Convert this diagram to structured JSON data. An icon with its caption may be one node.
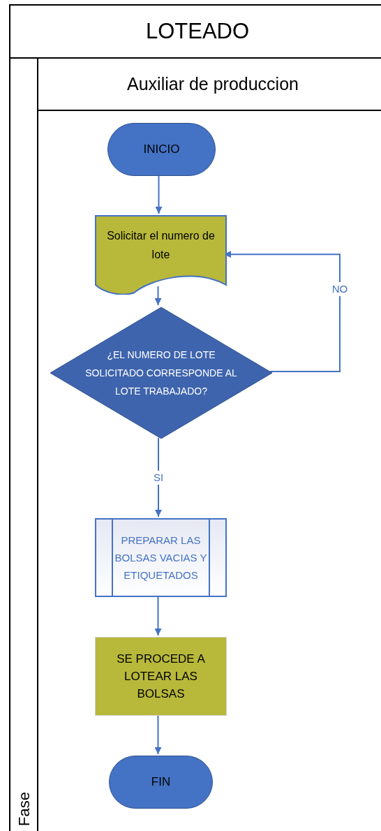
{
  "diagram": {
    "nodes": [
      {
        "text": [
          "LOTEADO"
        ]
      },
      {
        "text": [
          "Auxiliar de produccion"
        ],
        "in": 0
      },
      {
        "text": [
          "Fase"
        ],
        "in": 0
      },
      {
        "text": [
          "INICIO"
        ],
        "in": 1
      },
      {
        "text": [
          "Solicitar el numero de lote"
        ],
        "in": 1
      },
      {
        "text": [
          "¿EL NUMERO DE LOTE SOLICITADO CORRESPONDE AL LOTE TRABAJADO?"
        ],
        "in": 1
      },
      {
        "text": [
          "PREPARAR LAS BOLSAS VACIAS Y ETIQUETADOS"
        ],
        "in": 1
      },
      {
        "text": [
          "SE PROCEDE A LOTEAR LAS BOLSAS"
        ],
        "in": 1
      },
      {
        "text": [
          "FIN"
        ],
        "in": 1
      }
    ],
    "edges": [
      {
        "from": 3,
        "to": 4,
        "arrow": "to"
      },
      {
        "from": 4,
        "to": 5,
        "arrow": "to"
      },
      {
        "from": 5,
        "to": 6,
        "arrow": "to",
        "label": "SI"
      },
      {
        "from": 5,
        "to": 4,
        "arrow": "to",
        "label": "NO"
      },
      {
        "from": 6,
        "to": 7,
        "arrow": "to"
      },
      {
        "from": 7,
        "to": 8,
        "arrow": "to"
      }
    ]
  }
}
